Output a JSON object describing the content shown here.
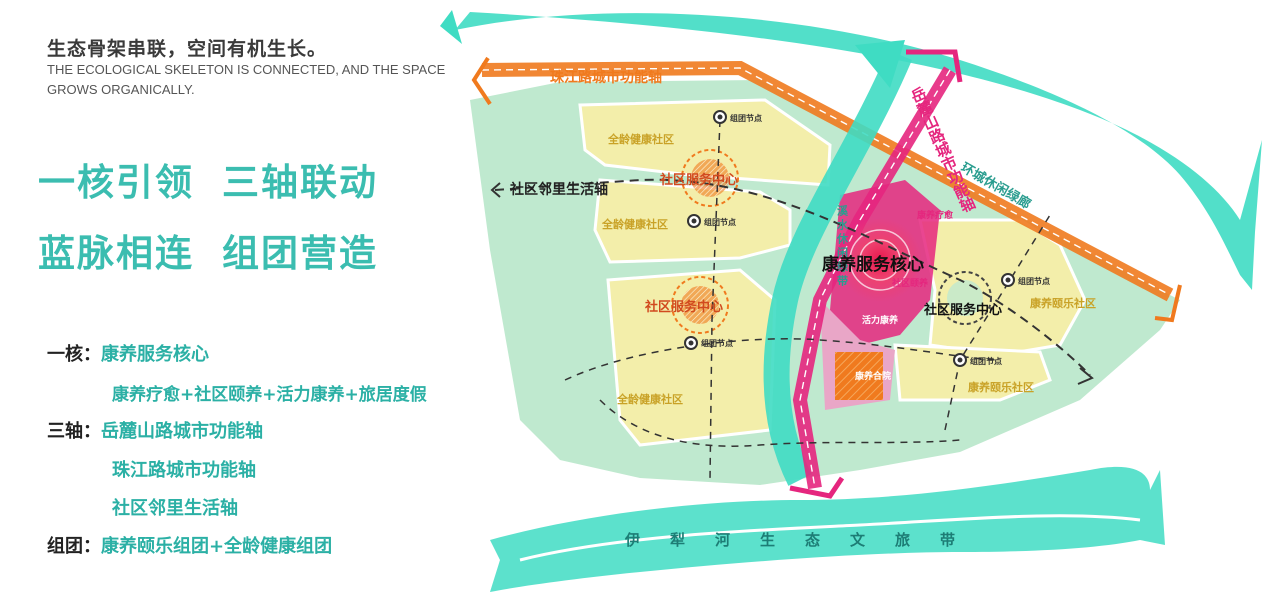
{
  "header": {
    "title_cn": "生态骨架串联，空间有机生长。",
    "title_en": "THE ECOLOGICAL SKELETON IS CONNECTED, AND THE SPACE GROWS ORGANICALLY."
  },
  "slogans": {
    "line1_a": "一核引领",
    "line1_b": "三轴联动",
    "line2_a": "蓝脉相连",
    "line2_b": "组团营造"
  },
  "legend": {
    "core_key": "一核：",
    "core_val": "康养服务核心",
    "core_sub": "康养疗愈+社区颐养+活力康养+旅居度假",
    "axes_key": "三轴：",
    "axis_1": "岳麓山路城市功能轴",
    "axis_2": "珠江路城市功能轴",
    "axis_3": "社区邻里生活轴",
    "groups_key": "组团：",
    "groups_val": "康养颐乐组团+全龄健康组团"
  },
  "map": {
    "zhujiang_axis": "珠江路城市功能轴",
    "yuelushan_axis": "岳麓山路城市功能轴",
    "neighborhood_axis": "社区邻里生活轴",
    "greenway": "环城休闲绿廊",
    "water_greenway": "溪水休闲绿带",
    "river_belt": "伊犁河生态文旅带",
    "core": "康养服务核心",
    "community_center": "社区服务中心",
    "node": "组团节点",
    "all_age_community": "全龄健康社区",
    "yile_community": "康养颐乐社区",
    "healing": "康养疗愈",
    "community_care": "社区颐养",
    "vitality": "活力康养",
    "courtyard": "康养合院"
  },
  "colors": {
    "teal": "#3bbdb0",
    "orange": "#f07a1e",
    "magenta": "#e5267e",
    "plot_yellow": "#f3eeaa",
    "site_green": "#bfe9cf"
  }
}
